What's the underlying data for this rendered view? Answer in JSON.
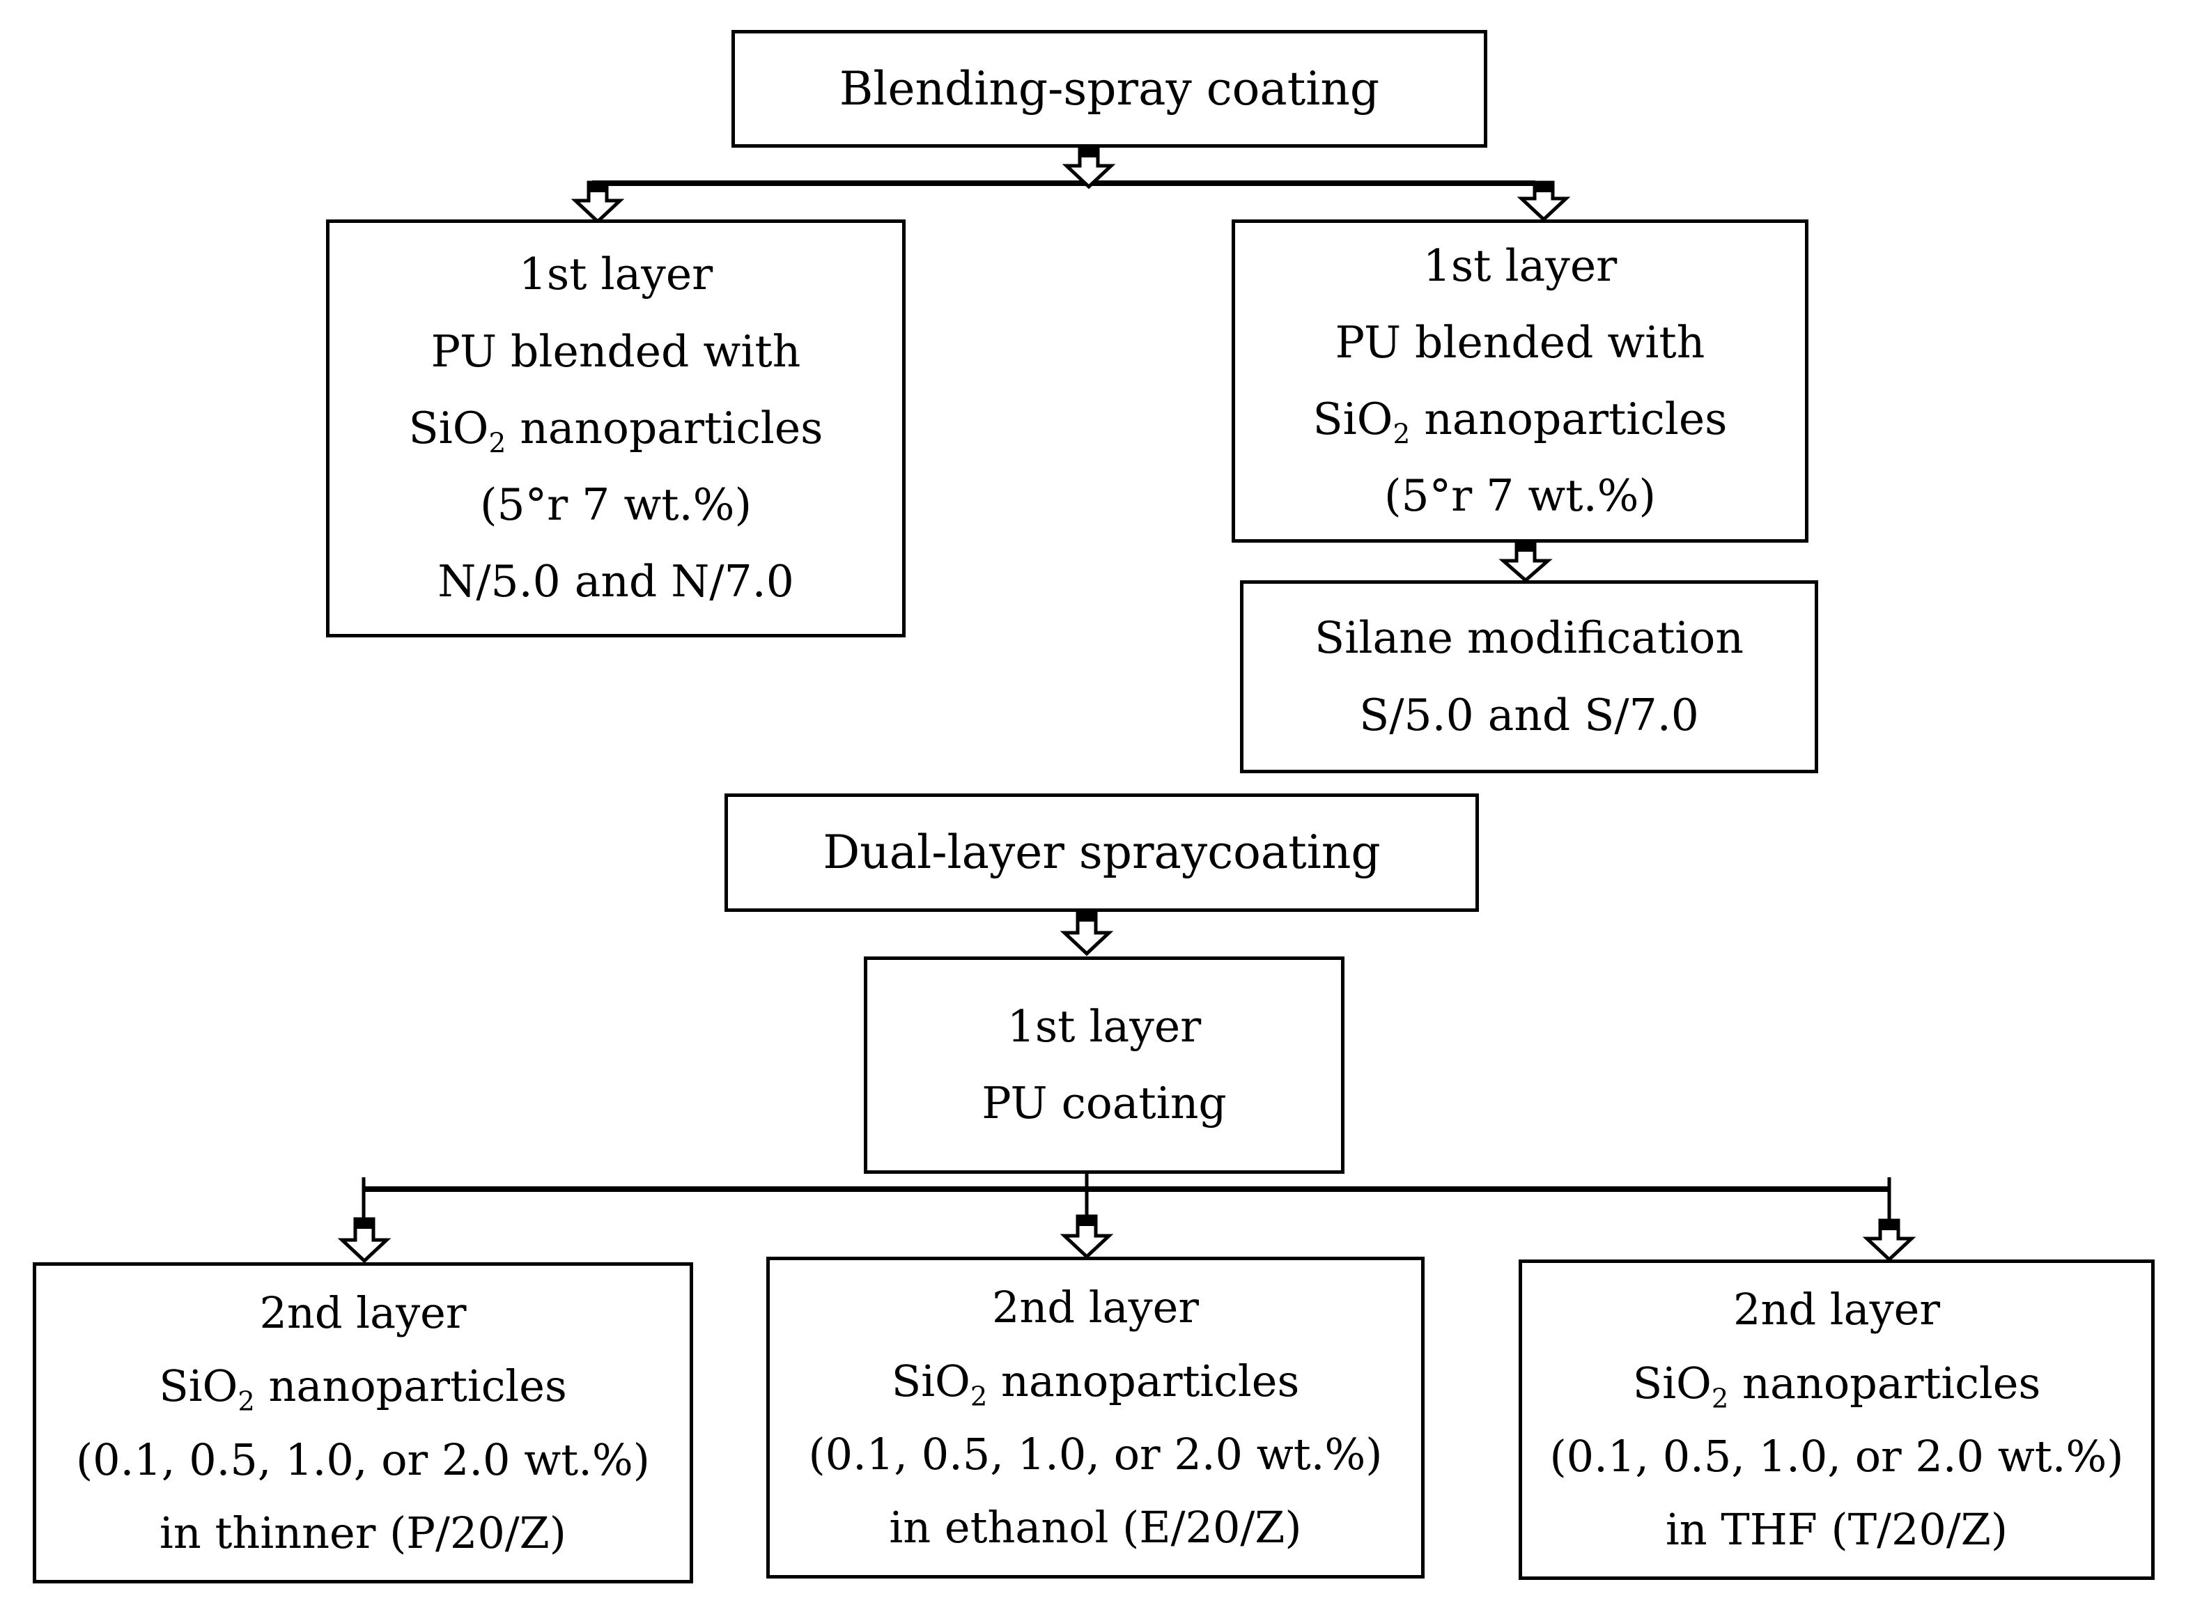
{
  "colors": {
    "background": "#ffffff",
    "line": "#000000",
    "text": "#000000",
    "box_fill": "#ffffff"
  },
  "nodes": [
    {
      "id": "blending",
      "lines": [
        "Blending-spray coating"
      ]
    },
    {
      "id": "left-first-layer",
      "lines": [
        "1st layer",
        "PU blended with",
        [
          "SiO",
          "2",
          " nanoparticles"
        ],
        "(5°r 7 wt.%)",
        "N/5.0 and N/7.0"
      ]
    },
    {
      "id": "right-first-layer",
      "lines": [
        "1st layer",
        "PU blended with",
        [
          "SiO",
          "2",
          " nanoparticles"
        ],
        "(5°r 7 wt.%)"
      ]
    },
    {
      "id": "silane",
      "lines": [
        "Silane modification",
        "S/5.0 and S/7.0"
      ]
    },
    {
      "id": "dual-layer",
      "lines": [
        "Dual-layer spraycoating"
      ]
    },
    {
      "id": "pu-coating",
      "lines": [
        "1st layer",
        "PU coating"
      ]
    },
    {
      "id": "second-layer-thinner",
      "lines": [
        "2nd layer",
        [
          "SiO",
          "2",
          " nanoparticles"
        ],
        "(0.1, 0.5, 1.0, or 2.0 wt.%)",
        "in thinner (P/20/Z)"
      ]
    },
    {
      "id": "second-layer-ethanol",
      "lines": [
        "2nd layer",
        [
          "SiO",
          "2",
          " nanoparticles"
        ],
        "(0.1, 0.5, 1.0, or 2.0 wt.%)",
        "in ethanol (E/20/Z)"
      ]
    },
    {
      "id": "second-layer-thf",
      "lines": [
        "2nd layer",
        [
          "SiO",
          "2",
          " nanoparticles"
        ],
        "(0.1, 0.5, 1.0, or 2.0 wt.%)",
        "in THF (T/20/Z)"
      ]
    }
  ]
}
